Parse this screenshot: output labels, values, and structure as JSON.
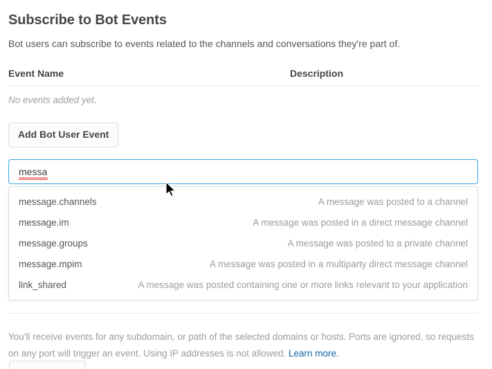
{
  "header": {
    "title": "Subscribe to Bot Events",
    "description": "Bot users can subscribe to events related to the channels and conversations they're part of."
  },
  "events_table": {
    "columns": [
      "Event Name",
      "Description"
    ],
    "empty_message": "No events added yet.",
    "rows": []
  },
  "actions": {
    "add_bot_user_event": "Add Bot User Event"
  },
  "search": {
    "value": "messa",
    "placeholder": "",
    "spellcheck_error": true
  },
  "suggestions": [
    {
      "name": "message.channels",
      "description": "A message was posted to a channel"
    },
    {
      "name": "message.im",
      "description": "A message was posted in a direct message channel"
    },
    {
      "name": "message.groups",
      "description": "A message was posted to a private channel"
    },
    {
      "name": "message.mpim",
      "description": "A message was posted in a multiparty direct message channel"
    },
    {
      "name": "link_shared",
      "description": "A message was posted containing one or more links relevant to your application"
    }
  ],
  "footer": {
    "note": "You'll receive events for any subdomain, or path of the selected domains or hosts. Ports are ignored, so requests on any port will trigger an event. Using IP addresses is not allowed. ",
    "link_label": "Learn more."
  },
  "colors": {
    "focus_border": "#36a7e3",
    "link": "#1264a3",
    "text_primary": "#454549",
    "text_muted": "#9b9ba3",
    "spellcheck": "#e8221f"
  }
}
